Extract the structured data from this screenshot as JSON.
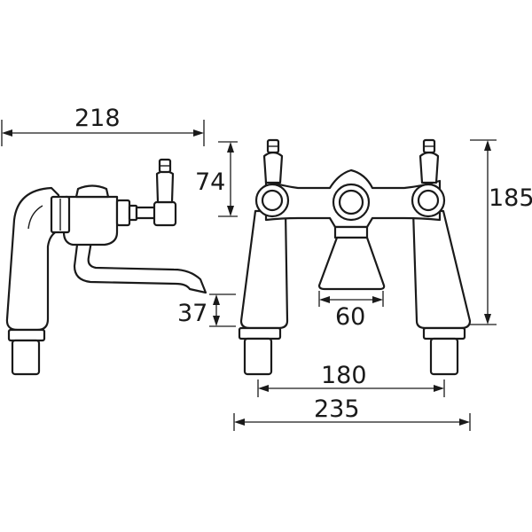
{
  "diagram": {
    "dimensions": {
      "side_width": "218",
      "handle_height": "74",
      "spout_height": "37",
      "front_height": "185",
      "outlet_width": "60",
      "centres": "180",
      "overall_width": "235"
    },
    "colors": {
      "line": "#1a1a1a",
      "background": "#ffffff"
    }
  }
}
